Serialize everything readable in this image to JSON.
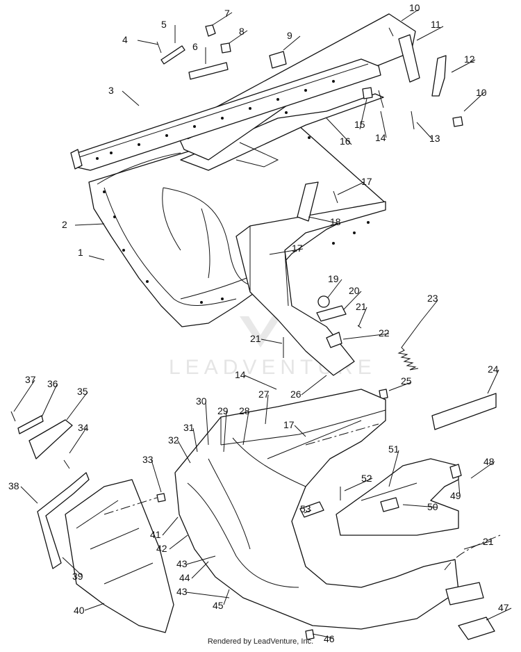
{
  "watermark": "LEADVENTURE",
  "credit": "Rendered by LeadVenture, Inc.",
  "callouts": [
    "1",
    "2",
    "3",
    "4",
    "5",
    "6",
    "7",
    "8",
    "9",
    "10",
    "10",
    "11",
    "12",
    "13",
    "14",
    "14",
    "15",
    "16",
    "17",
    "17",
    "17",
    "18",
    "19",
    "20",
    "21",
    "21",
    "21",
    "22",
    "23",
    "24",
    "25",
    "26",
    "27",
    "28",
    "29",
    "30",
    "31",
    "32",
    "33",
    "34",
    "35",
    "36",
    "37",
    "38",
    "39",
    "40",
    "41",
    "42",
    "43",
    "43",
    "44",
    "45",
    "46",
    "47",
    "48",
    "49",
    "50",
    "51",
    "52",
    "53"
  ]
}
